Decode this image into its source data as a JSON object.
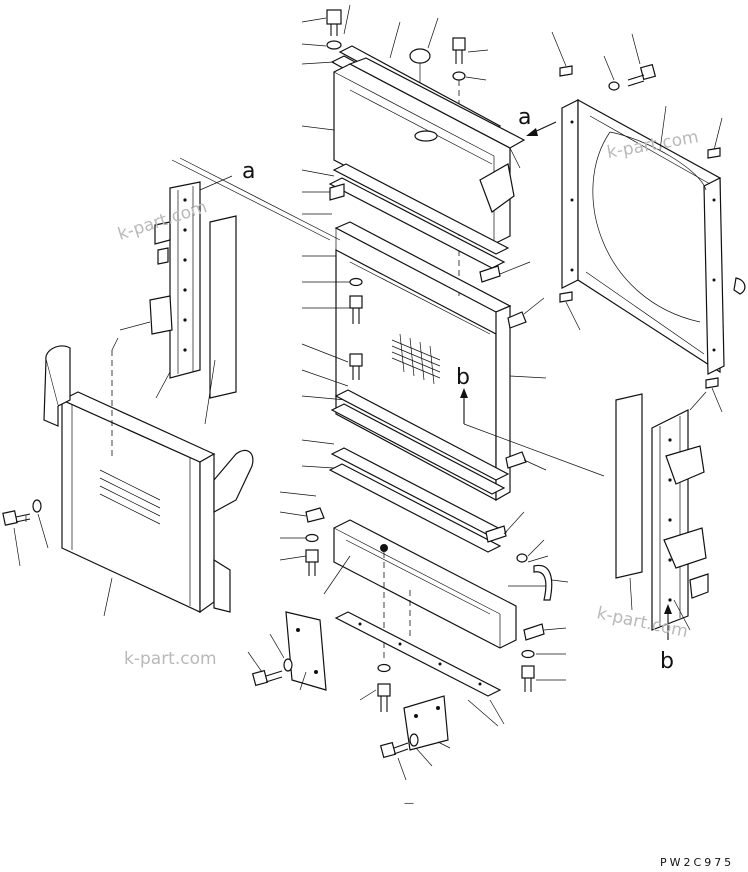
{
  "drawing": {
    "code": "PW2C975",
    "dash_mark": "—"
  },
  "callouts": {
    "a1": "a",
    "a2": "a",
    "b1": "b",
    "b2": "b"
  },
  "watermark": {
    "text": "k-part.com"
  }
}
